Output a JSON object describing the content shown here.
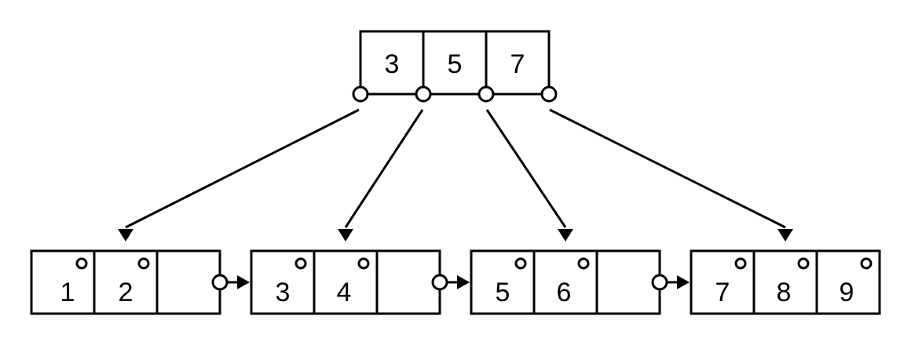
{
  "root": {
    "keys": [
      "3",
      "5",
      "7"
    ]
  },
  "leaves": [
    {
      "keys": [
        "1",
        "2",
        ""
      ]
    },
    {
      "keys": [
        "3",
        "4",
        ""
      ]
    },
    {
      "keys": [
        "5",
        "6",
        ""
      ]
    },
    {
      "keys": [
        "7",
        "8",
        "9"
      ]
    }
  ],
  "colors": {
    "stroke": "#000000",
    "fill": "#ffffff"
  }
}
